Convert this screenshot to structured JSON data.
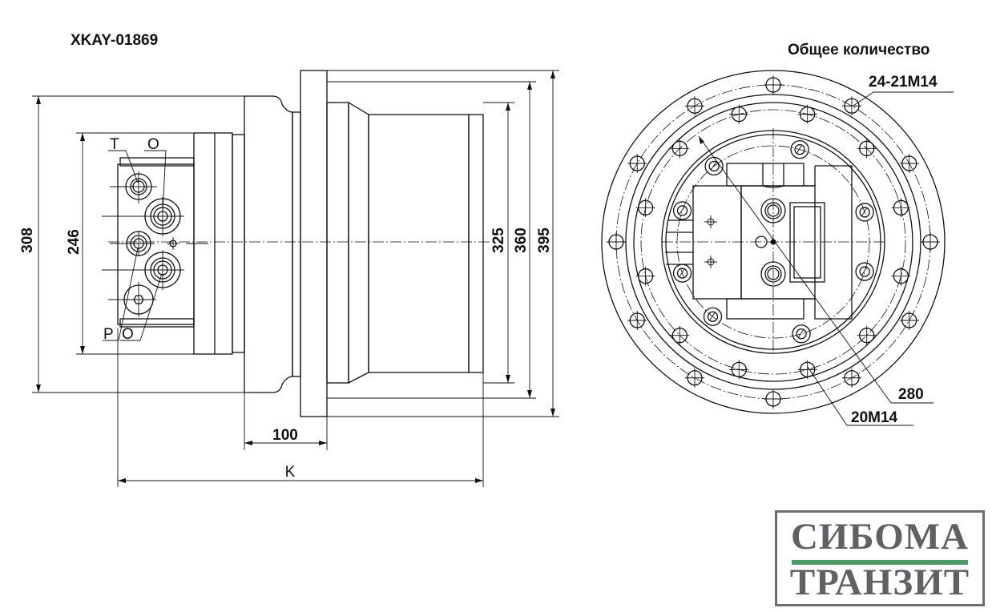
{
  "drawing": {
    "model_code": "XKAY-01869",
    "total_label": "Общее количество",
    "side_view": {
      "dimensions": {
        "d308": "308",
        "d246": "246",
        "d325": "325",
        "d360": "360",
        "d395": "395",
        "d100": "100",
        "k": "K"
      },
      "ports": {
        "t": "T",
        "o_top": "O",
        "p": "P",
        "o_bottom": "O"
      }
    },
    "front_view": {
      "outer_bolts": "24-21M14",
      "pcd": "280",
      "inner_bolts": "20M14"
    }
  },
  "logo": {
    "line1": "СИБОМА",
    "line2": "ТРАНЗИТ",
    "bar_color": "#4f9a64",
    "text_color": "#5f6165"
  }
}
